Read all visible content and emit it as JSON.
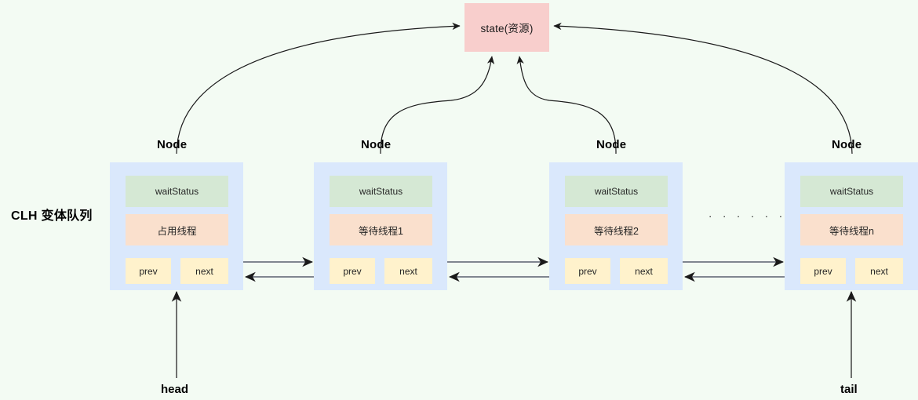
{
  "diagram": {
    "title_label": "CLH 变体队列",
    "ellipsis": "· · · · · · ·",
    "state": {
      "label": "state(资源)",
      "color": "#f8cecc"
    },
    "colors": {
      "background": "#f3fbf3",
      "node_bg": "#dae8fc",
      "wait_status_bg": "#d5e8d4",
      "thread_bg": "#fae0cd",
      "pointer_bg": "#fff2cc",
      "arrow": "#4d4d4d",
      "curve": "#1a1a1a"
    },
    "nodes": [
      {
        "title": "Node",
        "wait_status": "waitStatus",
        "thread": "占用线程",
        "prev": "prev",
        "next": "next"
      },
      {
        "title": "Node",
        "wait_status": "waitStatus",
        "thread": "等待线程1",
        "prev": "prev",
        "next": "next"
      },
      {
        "title": "Node",
        "wait_status": "waitStatus",
        "thread": "等待线程2",
        "prev": "prev",
        "next": "next"
      },
      {
        "title": "Node",
        "wait_status": "waitStatus",
        "thread": "等待线程n",
        "prev": "prev",
        "next": "next"
      }
    ],
    "pointers": [
      {
        "label": "head"
      },
      {
        "label": "tail"
      }
    ]
  }
}
